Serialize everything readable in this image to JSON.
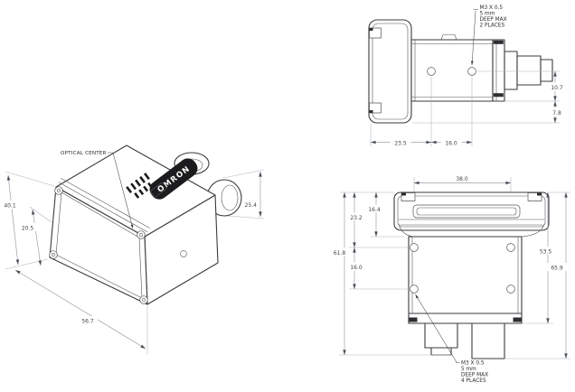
{
  "labels": {
    "optical_center": "OPTICAL CENTER",
    "brand": "OMRON"
  },
  "iso_view": {
    "dim_height": "40.1",
    "dim_lower": "20.5",
    "dim_length": "56.7",
    "dim_connector": "25.4"
  },
  "side_view": {
    "note": {
      "l1": "M3 X 0.5",
      "l2": "5 mm",
      "l3": "DEEP MAX",
      "l4": "2 PLACES"
    },
    "dim_front_to_hole": "23.5",
    "dim_hole_pitch": "16.0",
    "dim_connector_center": "10.7",
    "dim_base": "7.8"
  },
  "bottom_view": {
    "note": {
      "l1": "M3 X 0.5",
      "l2": "5 mm",
      "l3": "DEEP MAX",
      "l4": "4 PLACES"
    },
    "dim_width": "38.0",
    "dim_bezel": "16.4",
    "dim_top_to_hole": "23.2",
    "dim_hole_pitch": "16.0",
    "dim_to_block": "61.8",
    "dim_body": "53.5",
    "dim_overall": "65.9"
  }
}
